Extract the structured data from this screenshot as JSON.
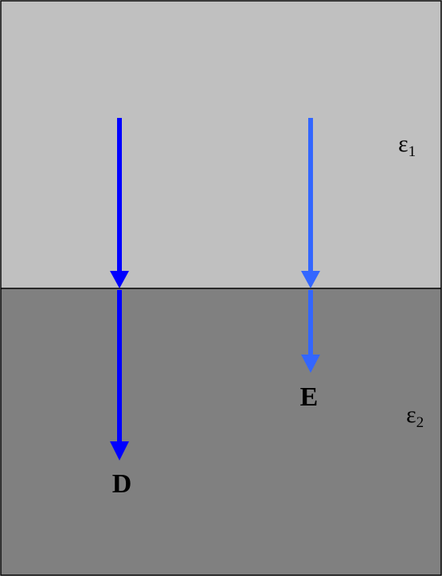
{
  "media": {
    "upper": {
      "symbol": "ε",
      "subscript": "1",
      "fill": "#c0c0c0"
    },
    "lower": {
      "symbol": "ε",
      "subscript": "2",
      "fill": "#808080"
    }
  },
  "vectors": {
    "d": {
      "label": "D",
      "color": "#0000ff"
    },
    "e": {
      "label": "E",
      "color": "#3366ff"
    }
  },
  "colors": {
    "border": "#000000",
    "interface": "#000000"
  }
}
